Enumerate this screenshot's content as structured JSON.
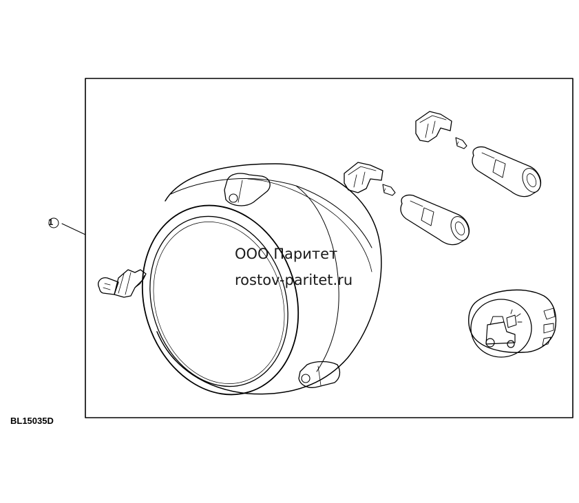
{
  "callout": {
    "number": "1"
  },
  "watermark": {
    "line1": "ООО Паритет",
    "line2": "rostov-paritet.ru"
  },
  "figure": {
    "id": "BL15035D"
  },
  "parts": [
    "work-light-housing",
    "halogen-bulb",
    "connector-clip",
    "connector-pin",
    "plug-connector",
    "rocker-switch-work-light"
  ],
  "colors": {
    "line": "#000000",
    "background": "#ffffff"
  }
}
